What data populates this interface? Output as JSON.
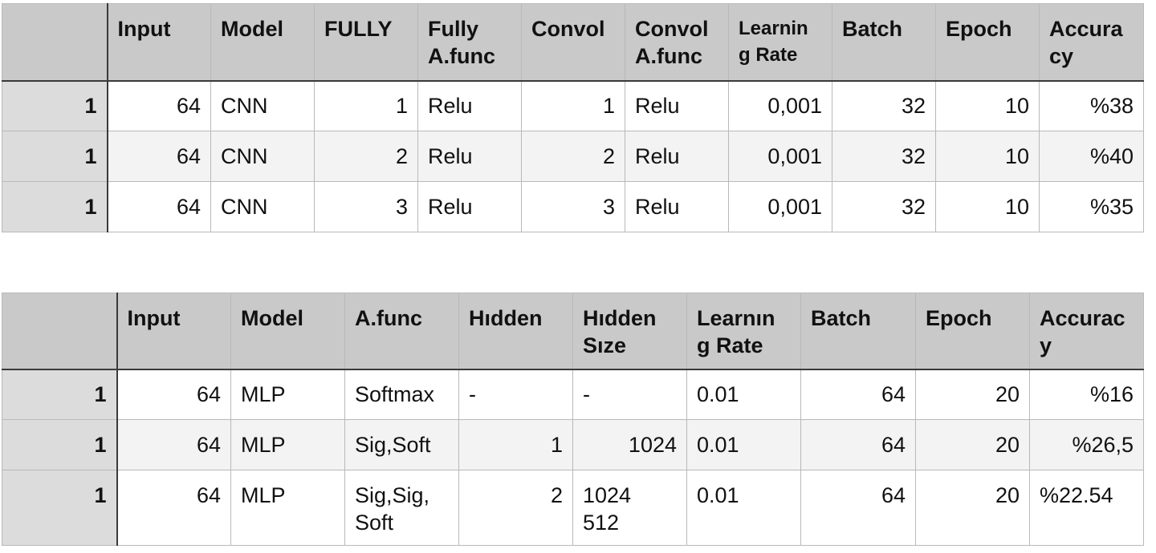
{
  "cnn_table": {
    "headers": [
      "",
      "Input",
      "Model",
      "FULLY",
      "Fully\nA.func",
      "Convol",
      "Convol\nA.func",
      "Learnin\ng Rate",
      "Batch",
      "Epoch",
      "Accura\ncy"
    ],
    "rows": [
      [
        "1",
        "64",
        "CNN",
        "1",
        "Relu",
        "1",
        "Relu",
        "0,001",
        "32",
        "10",
        "%38"
      ],
      [
        "1",
        "64",
        "CNN",
        "2",
        "Relu",
        "2",
        "Relu",
        "0,001",
        "32",
        "10",
        "%40"
      ],
      [
        "1",
        "64",
        "CNN",
        "3",
        "Relu",
        "3",
        "Relu",
        "0,001",
        "32",
        "10",
        "%35"
      ]
    ]
  },
  "mlp_table": {
    "headers": [
      "",
      "Input",
      "Model",
      "A.func",
      "Hıdden",
      "Hıdden\nSıze",
      "Learnın\ng Rate",
      "Batch",
      "Epoch",
      "Accurac\ny"
    ],
    "rows": [
      [
        "1",
        "64",
        "MLP",
        "Softmax",
        "-",
        "-",
        "0.01",
        "64",
        "20",
        "%16"
      ],
      [
        "1",
        "64",
        "MLP",
        "Sig,Soft",
        "1",
        "1024",
        "0.01",
        "64",
        "20",
        "%26,5"
      ],
      [
        "1",
        "64",
        "MLP",
        "Sig,Sig,\nSoft",
        "2",
        "1024\n512",
        "0.01",
        "64",
        "20",
        "%22.54"
      ]
    ]
  }
}
